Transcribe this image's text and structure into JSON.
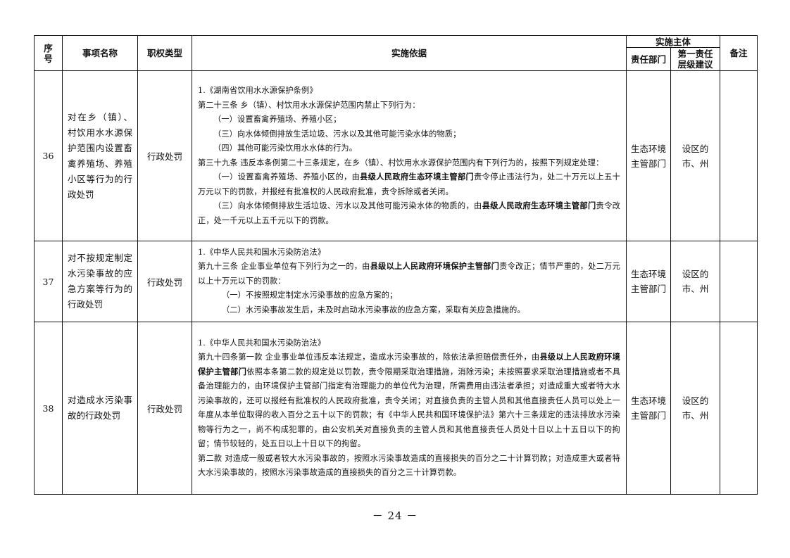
{
  "headers": {
    "seq": "序号",
    "name": "事项名称",
    "type": "职权类型",
    "basis": "实施依据",
    "subject": "实施主体",
    "dept": "责任部门",
    "level": "第一责任层级建议",
    "remark": "备注"
  },
  "rows": [
    {
      "seq": "36",
      "name": "对在乡（镇）、村饮用水水源保护范围内设置畜禽养殖场、养殖小区等行为的行政处罚",
      "type": "行政处罚",
      "basis": {
        "l1": "1.《湖南省饮用水水源保护条例》",
        "l2": "第二十三条  乡（镇）、村饮用水水源保护范围内禁止下列行为：",
        "l3": "（一）设置畜禽养殖场、养殖小区；",
        "l4": "（三）向水体倾倒排放生活垃圾、污水以及其他可能污染水体的物质；",
        "l5": "（四）其他可能污染饮用水水体的行为。",
        "l6": "第三十九条  违反本条例第二十三条规定，在乡（镇）、村饮用水水源保护范围内有下列行为的，按照下列规定处理：",
        "l7a": "（一）设置畜禽养殖场、养殖小区的，由",
        "l7b": "县级人民政府生态环境主管部门",
        "l7c": "责令停止违法行为，处二十万元以上五十万元以下的罚款，并报经有批准权的人民政府批准，责令拆除或者关闭。",
        "l8a": "（三）向水体倾倒排放生活垃圾、污水以及其他可能污染水体的物质的，由",
        "l8b": "县级人民政府生态环境主管部门",
        "l8c": "责令改正，处一千元以上五千元以下的罚款。"
      },
      "dept": "生态环境主管部门",
      "level": "设区的市、州",
      "remark": ""
    },
    {
      "seq": "37",
      "name": "对不按规定制定水污染事故的应急方案等行为的行政处罚",
      "type": "行政处罚",
      "basis": {
        "l1": "1.《中华人民共和国水污染防治法》",
        "l2a": "第九十三条   企业事业单位有下列行为之一的，由",
        "l2b": "县级以上人民政府环境保护主管部门",
        "l2c": "责令改正；情节严重的，处二万元以上十万元以下的罚款：",
        "l3": "（一）不按照规定制定水污染事故的应急方案的；",
        "l4": "（二）水污染事故发生后，未及时启动水污染事故的应急方案，采取有关应急措施的。"
      },
      "dept": "生态环境主管部门",
      "level": "设区的市、州",
      "remark": ""
    },
    {
      "seq": "38",
      "name": "对造成水污染事故的行政处罚",
      "type": "行政处罚",
      "basis": {
        "l1": "1.《中华人民共和国水污染防治法》",
        "l2a": "第九十四条第一款   企业事业单位违反本法规定，造成水污染事故的，除依法承担赔偿责任外，由",
        "l2b": "县级以上人民政府环境保护主管部门",
        "l2c": "依照本条第二款的规定处以罚款，责令限期采取治理措施，消除污染；未按照要求采取治理措施或者不具备治理能力的，由环境保护主管部门指定有治理能力的单位代为治理，所需费用由违法者承担；对造成重大或者特大水污染事故的，还可以报经有批准权的人民政府批准，责令关闭；对直接负责的主管人员和其他直接责任人员可以处上一年度从本单位取得的收入百分之五十以下的罚款；有《中华人民共和国环境保护法》第六十三条规定的违法排放水污染物等行为之一，尚不构成犯罪的，由公安机关对直接负责的主管人员和其他直接责任人员处十日以上十五日以下的拘留；情节较轻的，处五日以上十日以下的拘留。",
        "l3": "第二款   对造成一般或者较大水污染事故的，按照水污染事故造成的直接损失的百分之二十计算罚款；对造成重大或者特大水污染事故的，按照水污染事故造成的直接损失的百分之三十计算罚款。"
      },
      "dept": "生态环境主管部门",
      "level": "设区的市、州",
      "remark": ""
    }
  ],
  "footer": "－ 24 －"
}
